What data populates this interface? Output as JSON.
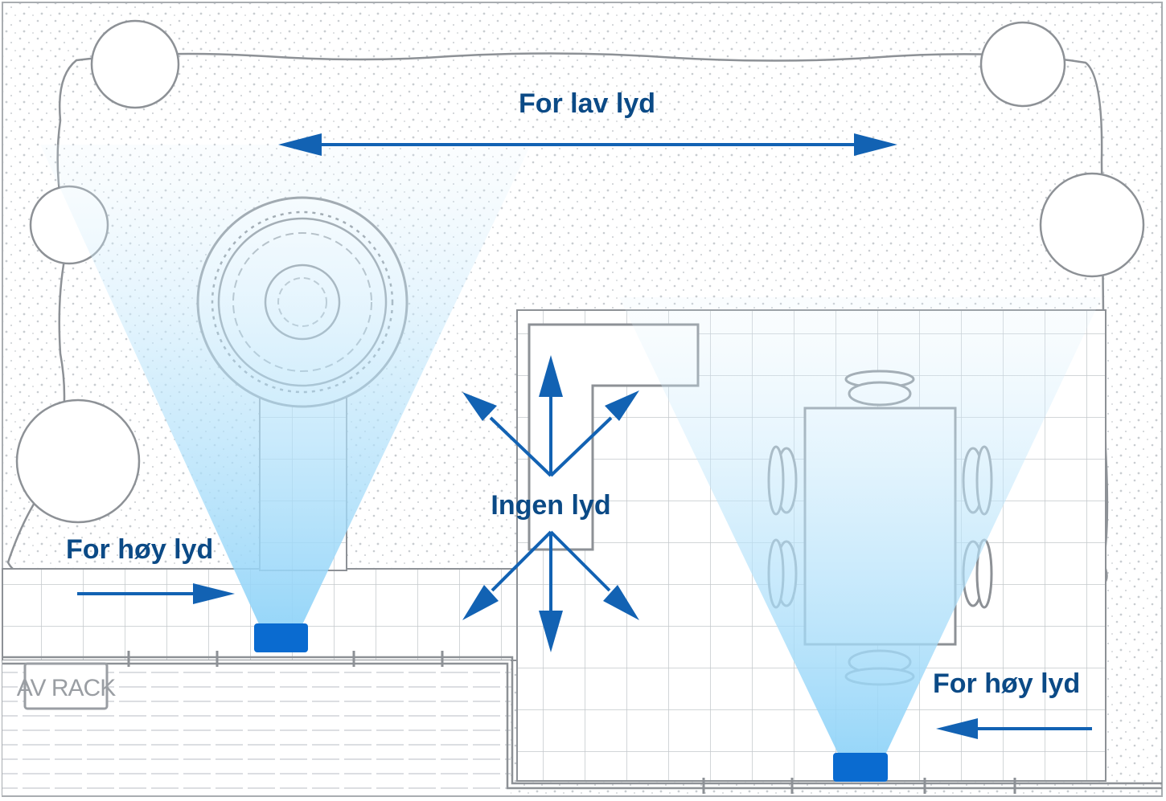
{
  "labels": {
    "low_sound": "For lav lyd",
    "no_sound": "Ingen lyd",
    "high_sound_left": "For høy lyd",
    "high_sound_right": "For høy lyd",
    "av_rack": "AV RACK"
  },
  "colors": {
    "accent_blue": "#1262b3",
    "label_navy": "#0b4a86",
    "beam": "#aee0fb",
    "speaker": "#0a6bd0",
    "outline": "#8d9196",
    "hatch": "#cfd3d6"
  }
}
